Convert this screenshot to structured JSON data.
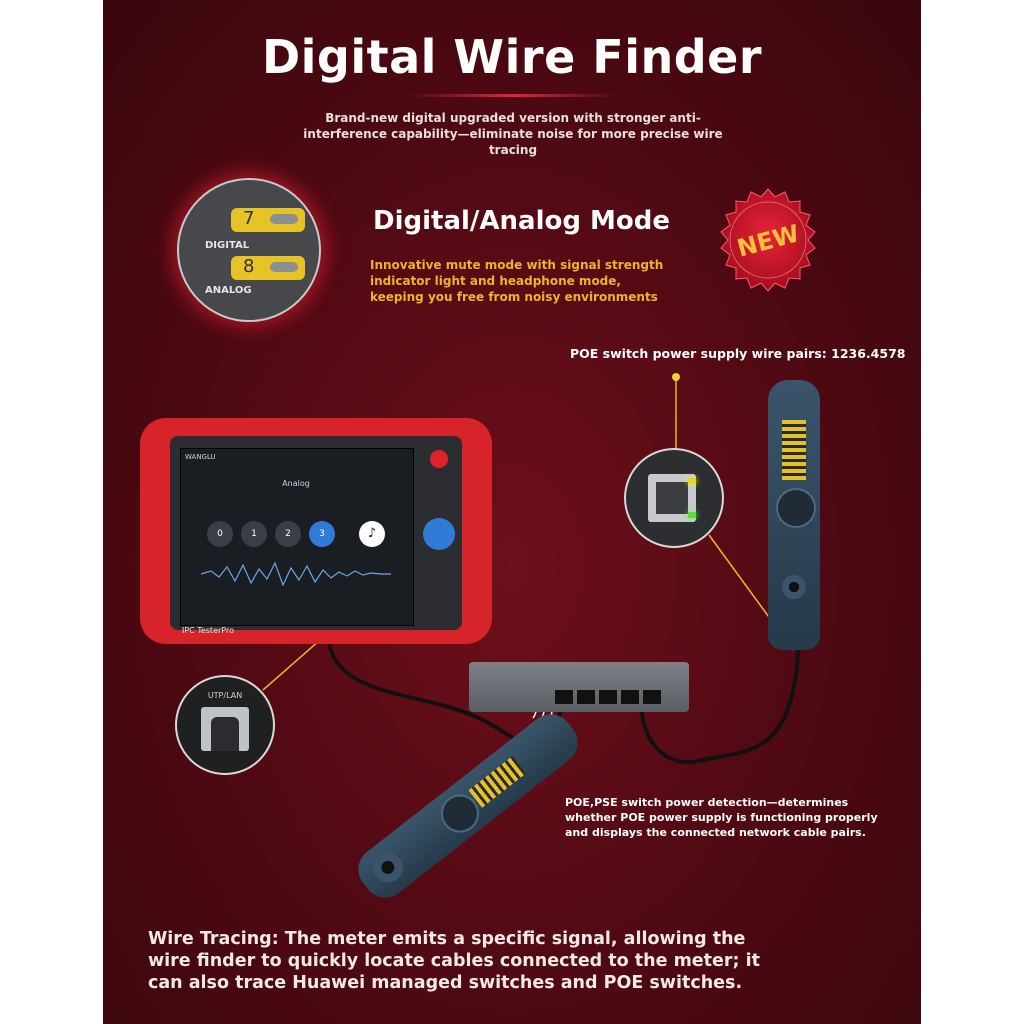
{
  "title": "Digital Wire Finder",
  "subtitle": "Brand-new digital upgraded version with stronger anti-interference capability—eliminate noise for more precise wire tracing",
  "mode_section": {
    "title": "Digital/Analog Mode",
    "description": "Innovative mute mode with signal strength indicator light and headphone mode, keeping you free from noisy environments",
    "badge": "NEW",
    "keypad": {
      "key_digital": "7",
      "label_digital": "DIGITAL",
      "key_analog": "8",
      "label_analog": "ANALOG"
    }
  },
  "poe_pairs_label": "POE switch power supply wire pairs: 1236.4578",
  "tester": {
    "brand": "WANGLU",
    "model": "IPC TesterPro",
    "screen_mode": "Analog",
    "screen_buttons": [
      "0",
      "1",
      "2",
      "3"
    ]
  },
  "plug_label": "UTP/LAN",
  "detection_text": "POE,PSE switch power detection—determines whether POE power supply is functioning properly and displays the connected network cable pairs.",
  "tracing_text": "Wire Tracing: The meter emits a specific signal, allowing the wire finder to quickly locate cables connected to the meter; it can also trace Huawei managed switches and POE switches.",
  "colors": {
    "background": "#4e0912",
    "accent_red": "#e0263c",
    "accent_yellow": "#f0b323",
    "probe_blue": "#2f4658"
  }
}
